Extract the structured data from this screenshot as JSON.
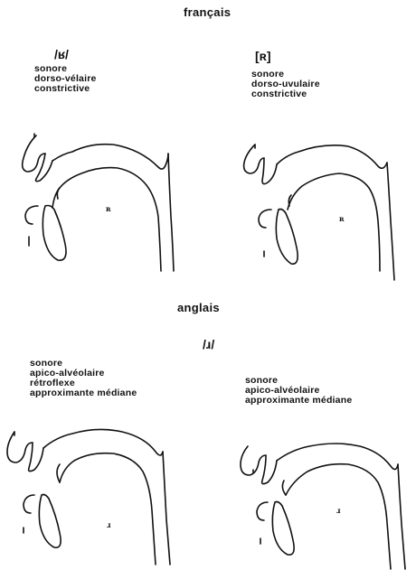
{
  "headers": {
    "french": "français",
    "english": "anglais"
  },
  "panels": {
    "fr_left": {
      "symbol": "/ʁ/",
      "lines": [
        "sonore",
        "dorso-vélaire",
        "constrictive"
      ],
      "glyph": "ʀ"
    },
    "fr_right": {
      "symbol": "[ʀ]",
      "lines": [
        "sonore",
        "dorso-uvulaire",
        "constrictive"
      ],
      "glyph": "ʀ"
    },
    "en_symbol": "/ɹ/",
    "en_left": {
      "lines": [
        "sonore",
        "apico-alvéolaire",
        "rétroflexe",
        "approximante médiane"
      ],
      "glyph": "ɹ"
    },
    "en_right": {
      "lines": [
        "sonore",
        "apico-alvéolaire",
        "approximante médiane"
      ],
      "glyph": "ɹ"
    }
  }
}
